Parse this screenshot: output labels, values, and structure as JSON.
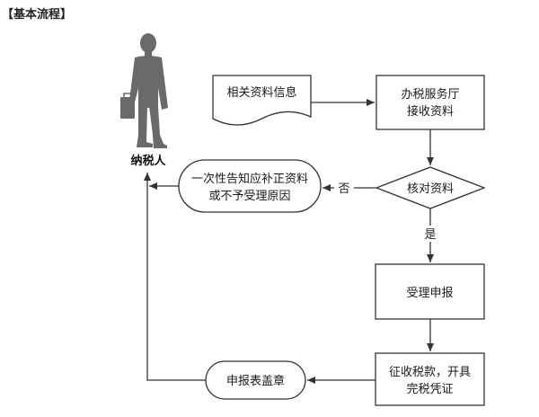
{
  "heading": "【基本流程】",
  "actor": {
    "label": "纳税人",
    "icon": "businessman-with-briefcase-icon"
  },
  "nodes": {
    "materials": {
      "label": "相关资料信息",
      "shape": "document"
    },
    "hall": {
      "line1": "办税服务厅",
      "line2": "接收资料",
      "shape": "process"
    },
    "check": {
      "label": "核对资料",
      "shape": "decision"
    },
    "notify": {
      "line1": "一次性告知应补正资料",
      "line2": "或不予受理原因",
      "shape": "terminator"
    },
    "accept": {
      "label": "受理申报",
      "shape": "process"
    },
    "collect": {
      "line1": "征收税款，开具",
      "line2": "完税凭证",
      "shape": "process"
    },
    "stamp": {
      "label": "申报表盖章",
      "shape": "terminator"
    }
  },
  "edges": {
    "no_label": "否",
    "yes_label": "是"
  },
  "colors": {
    "stroke": "#333333",
    "figure": "#6a6a6a",
    "background": "#ffffff"
  }
}
